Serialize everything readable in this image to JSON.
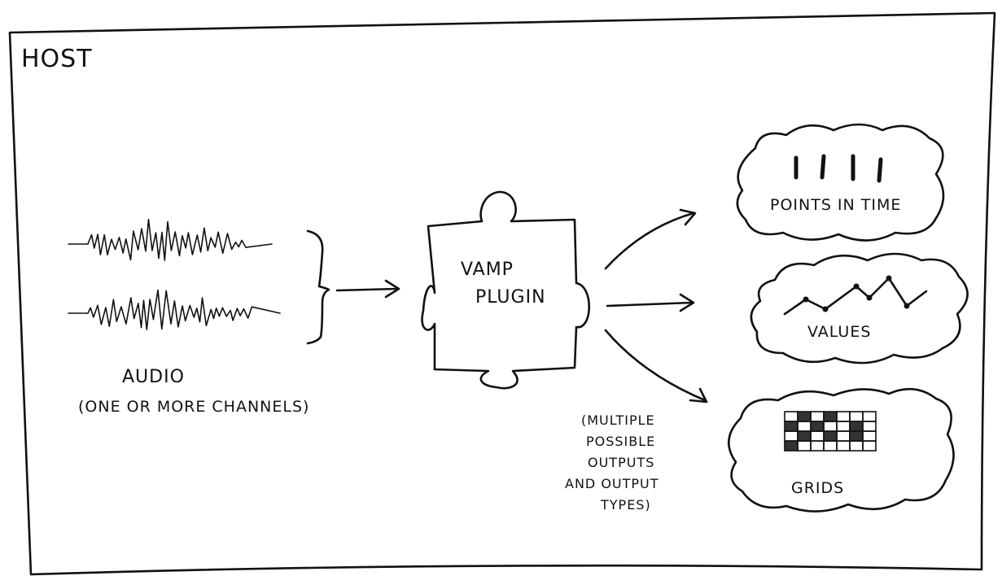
{
  "diagram": {
    "host_label": "HOST",
    "audio": {
      "title": "AUDIO",
      "subtitle": "(ONE OR MORE CHANNELS)"
    },
    "plugin": {
      "line1": "VAMP",
      "line2": "PLUGIN"
    },
    "note": {
      "lines": [
        "(MULTIPLE",
        "POSSIBLE",
        "OUTPUTS",
        "AND OUTPUT",
        "TYPES)"
      ]
    },
    "outputs": {
      "points": "POINTS IN TIME",
      "values": "VALUES",
      "grids": "GRIDS"
    },
    "grid_filled_cells": [
      [
        0,
        1
      ],
      [
        0,
        3
      ],
      [
        1,
        0
      ],
      [
        1,
        2
      ],
      [
        1,
        5
      ],
      [
        2,
        1
      ],
      [
        2,
        3
      ],
      [
        2,
        5
      ],
      [
        3,
        0
      ]
    ],
    "ink_color": "#111111"
  }
}
